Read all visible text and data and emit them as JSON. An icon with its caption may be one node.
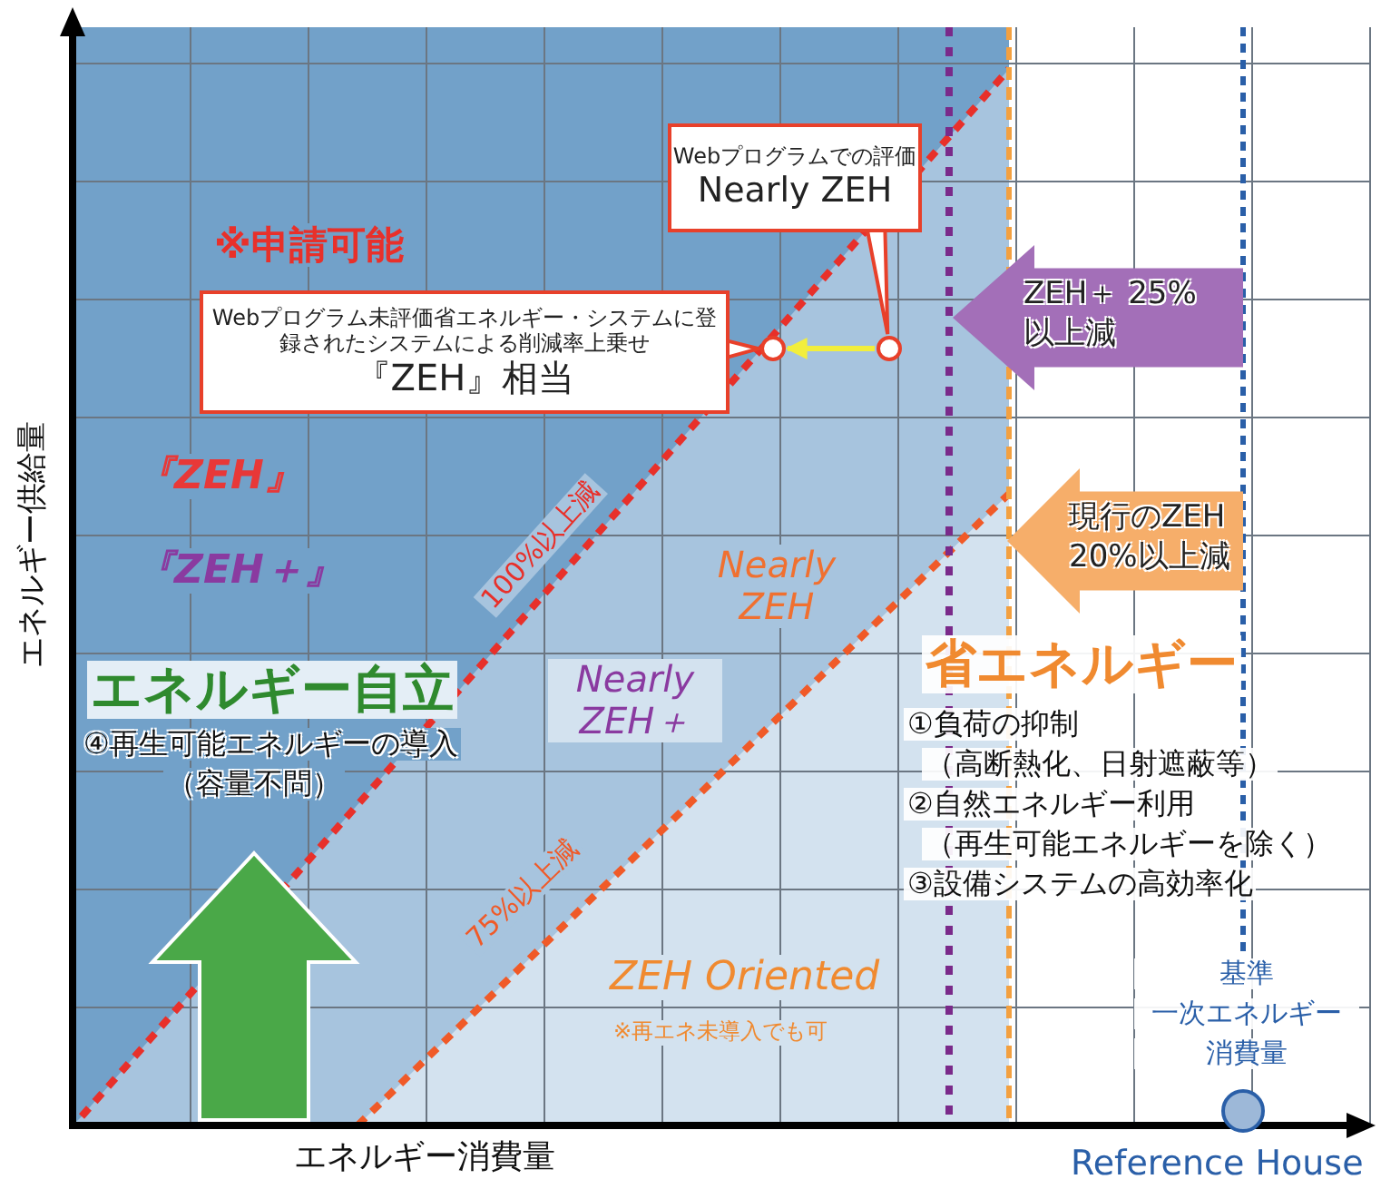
{
  "diagram": {
    "nodes": [
      {
        "text": [
          "Webプログラムでの評価",
          "Nearly ZEH"
        ]
      },
      {
        "text": [
          "Webプログラム未評価省エネルギー・システムに登録されたシステムによる削減率上乗せ",
          "『ZEH』相当"
        ]
      },
      {
        "text": [],
        "shape": "circle"
      },
      {
        "text": [],
        "shape": "circle"
      },
      {
        "text": [
          "ZEH＋ 25%以上減"
        ]
      },
      {
        "text": [
          "現行のZEH 20%以上減"
        ]
      },
      {
        "text": [],
        "shape": "circle",
        "beside": [
          "Reference House"
        ]
      }
    ],
    "edges": [
      {
        "from": 0,
        "to": 3,
        "arrow": "none"
      },
      {
        "from": 1,
        "to": 2,
        "arrow": "none"
      },
      {
        "from": 3,
        "to": 2,
        "arrow": "to",
        "color": "#f2ee3c"
      }
    ],
    "labels": [
      "※申請可能",
      "『ZEH』",
      "『ZEH＋』",
      "100%以上減",
      "Nearly ZEH",
      "Nearly ZEH＋",
      "エネルギー自立",
      "④再生可能エネルギーの導入",
      "（容量不問）",
      "省エネルギー",
      "①負荷の抑制",
      "（高断熱化、日射遮蔽等）",
      "②自然エネルギー利用",
      "（再生可能エネルギーを除く）",
      "③設備システムの高効率化",
      "75%以上減",
      "ZEH Oriented",
      "※再エネ未導入でも可",
      "基準",
      "一次エネルギー",
      "消費量",
      "エネルギー供給量",
      "エネルギー消費量"
    ]
  }
}
